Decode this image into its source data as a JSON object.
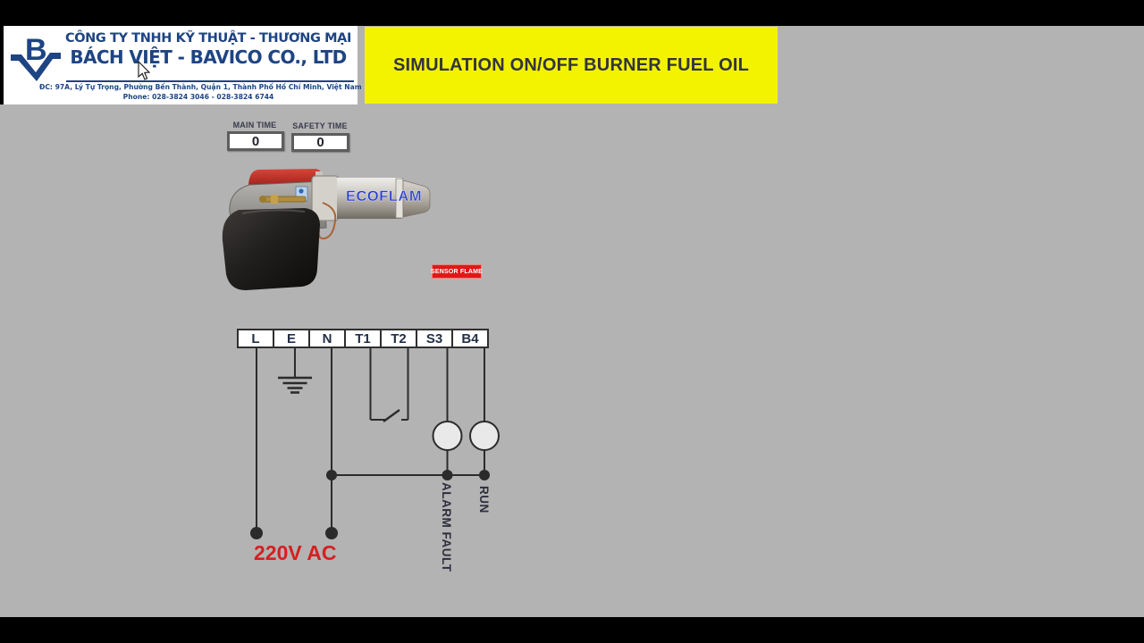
{
  "header": {
    "company_line1": "CÔNG TY TNHH KỸ THUẬT - THƯƠNG MẠI",
    "company_line2": "BÁCH VIỆT - BAVICO CO., LTD",
    "address": "ĐC: 97A, Lý Tự Trọng, Phường Bến Thành, Quận 1, Thành Phố Hồ Chí Minh, Việt Nam",
    "phone": "Phone: 028-3824 3046 - 028-3824 6744"
  },
  "banner": {
    "title": "SIMULATION ON/OFF BURNER FUEL OIL"
  },
  "timers": {
    "main": {
      "label": "MAIN TIME",
      "value": "0"
    },
    "safety": {
      "label": "SAFETY TIME",
      "value": "0"
    }
  },
  "burner": {
    "brand": "ECOFLAM",
    "sensor_label": "SENSOR FLAME"
  },
  "terminals": [
    "L",
    "E",
    "N",
    "T1",
    "T2",
    "S3",
    "B4"
  ],
  "diagram": {
    "supply_label": "220V AC",
    "alarm_lamp_label": "ALARM FAULT",
    "run_lamp_label": "RUN"
  },
  "colors": {
    "background_gray": "#b3b3b3",
    "banner_yellow": "#f3f300",
    "brand_navy": "#1e4483",
    "alert_red": "#d42020",
    "sensor_red": "#e01818",
    "wire_dark": "#2b2b2b",
    "ecoflam_blue": "#2a3cc8"
  }
}
